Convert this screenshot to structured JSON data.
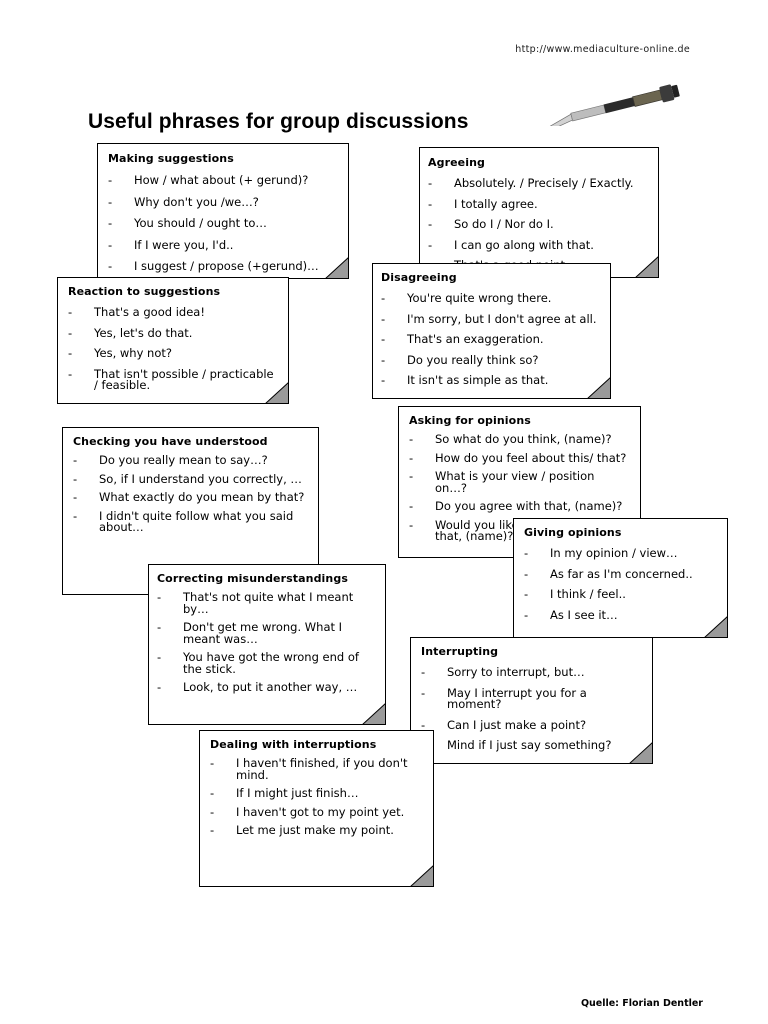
{
  "header": {
    "url": "http://www.mediaculture-online.de"
  },
  "title": "Useful phrases for group discussions",
  "footer": {
    "credit": "Quelle: Florian Dentler"
  },
  "decoration": {
    "pen_icon": "fountain-pen-icon"
  },
  "bullet": "-",
  "cards": [
    {
      "id": "making",
      "title": "Making suggestions",
      "items": [
        "How / what about (+ gerund)?",
        "Why don't you /we…?",
        "You should / ought to…",
        "If I were you, I'd..",
        "I suggest / propose (+gerund)…"
      ]
    },
    {
      "id": "agreeing",
      "title": "Agreeing",
      "items": [
        "Absolutely. / Precisely / Exactly.",
        "I totally agree.",
        "So do I / Nor do I.",
        "I can go along with that.",
        "That's a good point."
      ]
    },
    {
      "id": "reaction",
      "title": "Reaction to suggestions",
      "items": [
        "That's a good idea!",
        "Yes, let's do that.",
        "Yes, why not?",
        "That isn't possible / practicable / feasible."
      ]
    },
    {
      "id": "disagreeing",
      "title": "Disagreeing",
      "items": [
        "You're quite wrong there.",
        "I'm sorry, but I don't agree at all.",
        "That's an exaggeration.",
        "Do you really think so?",
        "It isn't as simple as that."
      ]
    },
    {
      "id": "checking",
      "title": "Checking you have understood",
      "items": [
        "Do you really mean to say…?",
        "So, if I understand you correctly, …",
        "What exactly do you mean by that?",
        "I didn't quite follow what you said about…"
      ]
    },
    {
      "id": "asking",
      "title": "Asking for opinions",
      "items": [
        "So what do you think, (name)?",
        "How do you feel about this/ that?",
        "What is your view / position on…?",
        "Do you agree with that, (name)?",
        "Would you like to comment on that, (name)?"
      ]
    },
    {
      "id": "giving",
      "title": "Giving opinions",
      "items": [
        "In my opinion / view…",
        "As far as I'm concerned..",
        "I think / feel..",
        "As I see it…"
      ]
    },
    {
      "id": "correcting",
      "title": "Correcting misunderstandings",
      "items": [
        "That's not quite what I meant by…",
        "Don't get me wrong. What I meant was…",
        "You have got the wrong end of the stick.",
        "Look, to put it another way, …"
      ]
    },
    {
      "id": "interrupting",
      "title": "Interrupting",
      "items": [
        "Sorry to interrupt, but…",
        "May I interrupt you for a moment?",
        "Can I just make a point?",
        "Mind if I just say something?"
      ]
    },
    {
      "id": "dealing",
      "title": "Dealing with interruptions",
      "items": [
        "I haven't finished, if you don't mind.",
        "If I might just finish…",
        "I haven't got to my point yet.",
        "Let me just make my point."
      ]
    }
  ]
}
